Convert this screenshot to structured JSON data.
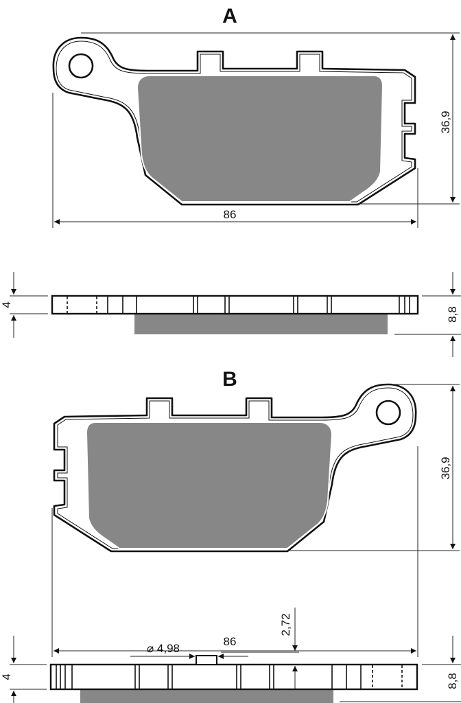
{
  "views": {
    "a": {
      "title": "A",
      "width": "86",
      "height": "36,9",
      "plate_thickness": "4",
      "total_thickness": "8,8"
    },
    "b": {
      "title": "B",
      "width": "86",
      "height": "36,9",
      "plate_thickness": "4",
      "total_thickness": "8,8",
      "pin_diameter": "⌀ 4,98",
      "pin_height": "2,72"
    }
  },
  "colors": {
    "friction": "#878787",
    "outline": "#111111"
  }
}
